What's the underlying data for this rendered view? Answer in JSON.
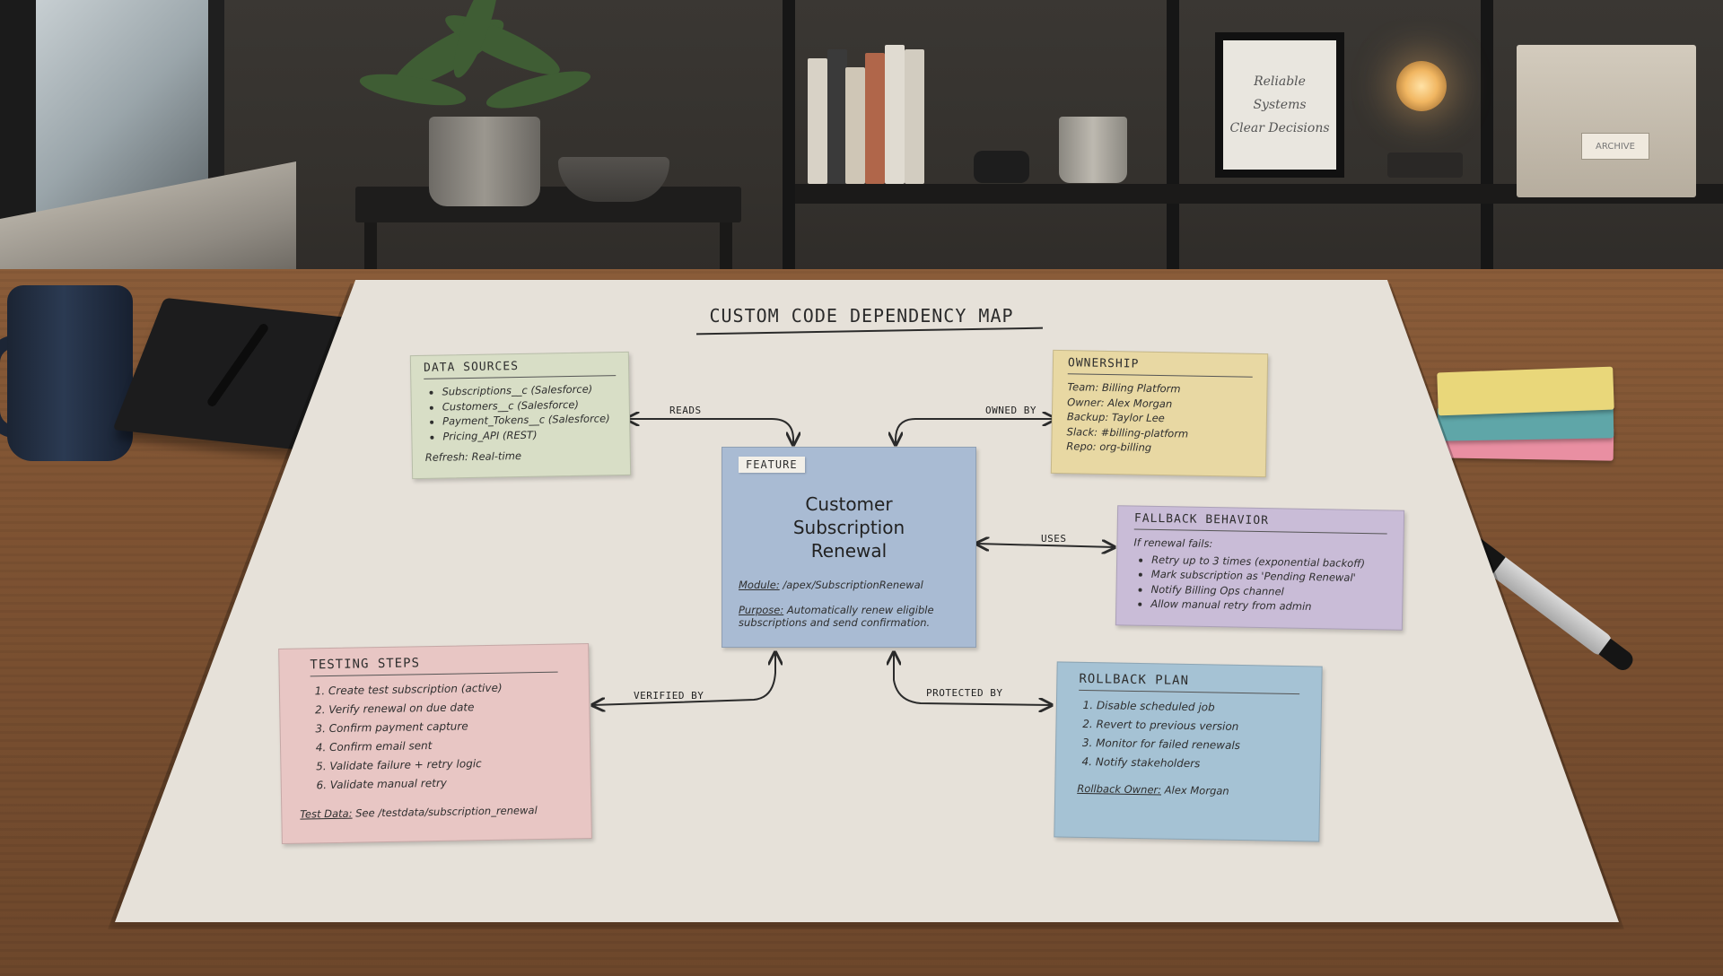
{
  "title": "Custom Code Dependency Map",
  "frame_text": [
    "Reliable",
    "Systems",
    "Clear Decisions"
  ],
  "box_label": "ARCHIVE",
  "feature": {
    "badge": "Feature",
    "name": [
      "Customer",
      "Subscription",
      "Renewal"
    ],
    "module_key": "Module:",
    "module_val": "/apex/SubscriptionRenewal",
    "purpose_key": "Purpose:",
    "purpose_val": "Automatically renew eligible subscriptions and send confirmation."
  },
  "data_sources": {
    "title": "Data Sources",
    "items": [
      "Subscriptions__c (Salesforce)",
      "Customers__c (Salesforce)",
      "Payment_Tokens__c (Salesforce)",
      "Pricing_API (REST)"
    ],
    "refresh_key": "Refresh:",
    "refresh_val": "Real-time"
  },
  "ownership": {
    "title": "Ownership",
    "lines": [
      "Team: Billing Platform",
      "Owner: Alex Morgan",
      "Backup: Taylor Lee",
      "Slack: #billing-platform",
      "Repo: org-billing"
    ]
  },
  "fallback": {
    "title": "Fallback Behavior",
    "intro": "If renewal fails:",
    "items": [
      "Retry up to 3 times (exponential backoff)",
      "Mark subscription as 'Pending Renewal'",
      "Notify Billing Ops channel",
      "Allow manual retry from admin"
    ]
  },
  "testing": {
    "title": "Testing Steps",
    "items": [
      "Create test subscription (active)",
      "Verify renewal on due date",
      "Confirm payment capture",
      "Confirm email sent",
      "Validate failure + retry logic",
      "Validate manual retry"
    ],
    "data_key": "Test Data:",
    "data_val": "See /testdata/subscription_renewal"
  },
  "rollback": {
    "title": "Rollback Plan",
    "items": [
      "Disable scheduled job",
      "Revert to previous version",
      "Monitor for failed renewals",
      "Notify stakeholders"
    ],
    "owner_key": "Rollback Owner:",
    "owner_val": "Alex Morgan"
  },
  "links": {
    "reads": "Reads",
    "owned_by": "Owned By",
    "uses": "Uses",
    "verified_by": "Verified By",
    "protected_by": "Protected By"
  },
  "colors": {
    "poster": "#e6e1d9",
    "data_sources": "#d8dec6",
    "ownership": "#e8d8a3",
    "feature": "#a9bbd3",
    "fallback": "#c9bcd7",
    "testing": "#e8c6c4",
    "rollback": "#a5c2d4"
  }
}
